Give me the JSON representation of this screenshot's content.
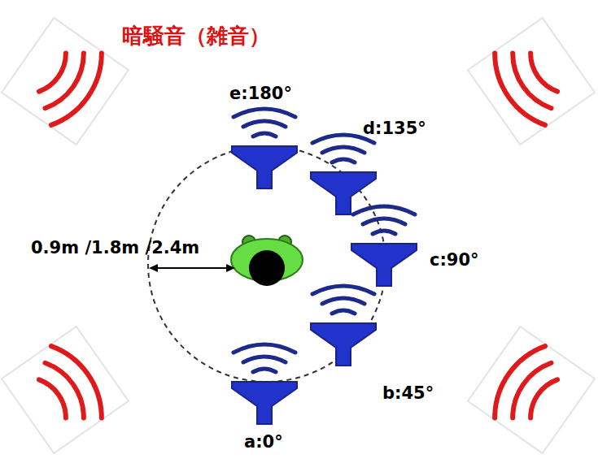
{
  "diagram": {
    "title": "暗騒音（雑音）",
    "labels": [
      "e:180°",
      "d:135°",
      "c:90°",
      "b:45°",
      "a:0°",
      "0.9m /1.8m /2.4m"
    ]
  }
}
